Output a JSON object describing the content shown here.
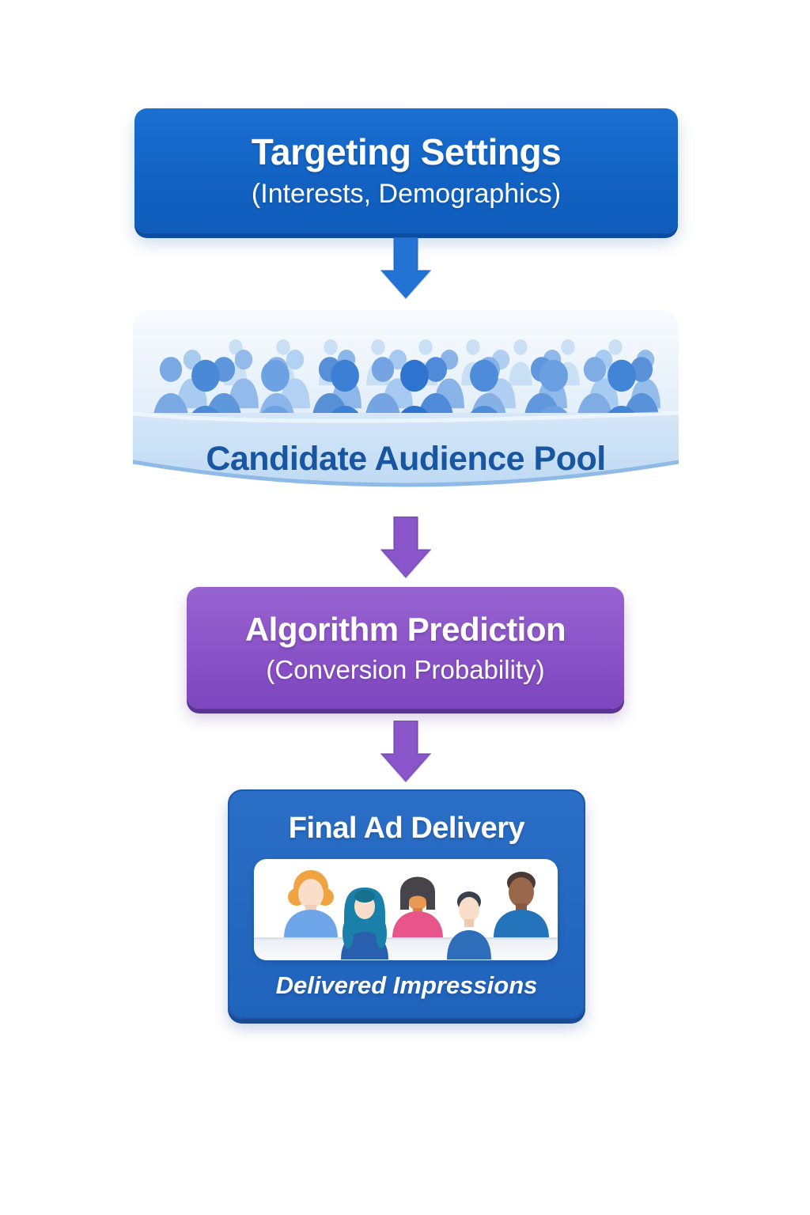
{
  "page": {
    "background": "#FFFFFF"
  },
  "nodes": {
    "targeting": {
      "title": "Targeting Settings",
      "subtitle": "(Interests, Demographics)",
      "fill": "#1262C3",
      "text_color": "#FFFFFF"
    },
    "audience_pool": {
      "label": "Candidate Audience Pool",
      "fill_top": "#F6FAFE",
      "fill_band": "#C3DEF6",
      "rim_color": "#8FB9E6",
      "text_color": "#1856A2",
      "illustration": "crowd-of-people"
    },
    "algorithm": {
      "title": "Algorithm Prediction",
      "subtitle": "(Conversion Probability)",
      "fill": "#8A52C7",
      "text_color": "#FFFFFF"
    },
    "final_delivery": {
      "title": "Final Ad Delivery",
      "caption": "Delivered Impressions",
      "fill": "#2063BC",
      "text_color": "#FFFFFF",
      "illustration": "delivered-audience-avatars",
      "avatar_count": 5
    }
  },
  "arrows": [
    {
      "id": "targeting-to-pool",
      "direction": "down",
      "color": "#2273D3",
      "edge": "#1A5AB8"
    },
    {
      "id": "pool-to-algorithm",
      "direction": "down",
      "color": "#8A55C8",
      "edge": "#5B3BA4"
    },
    {
      "id": "algorithm-to-final",
      "direction": "down",
      "color": "#8A55C8",
      "edge": "#5B3BA4"
    }
  ]
}
